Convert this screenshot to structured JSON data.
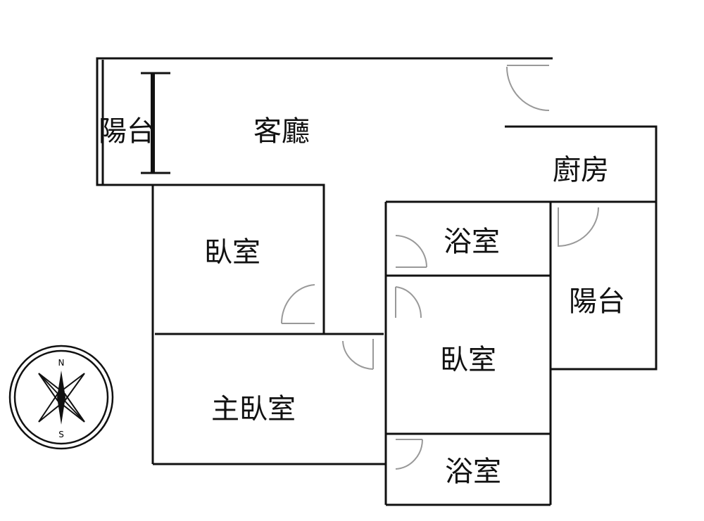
{
  "rooms": {
    "balcony_west": "陽台",
    "living_room": "客廳",
    "kitchen": "廚房",
    "bedroom_1": "臥室",
    "bathroom_1": "浴室",
    "balcony_east": "陽台",
    "bedroom_2": "臥室",
    "master_bedroom": "主臥室",
    "bathroom_2": "浴室"
  },
  "compass": {
    "north": "N",
    "south": "S"
  },
  "colors": {
    "wall": "#111111",
    "door": "#999999"
  }
}
